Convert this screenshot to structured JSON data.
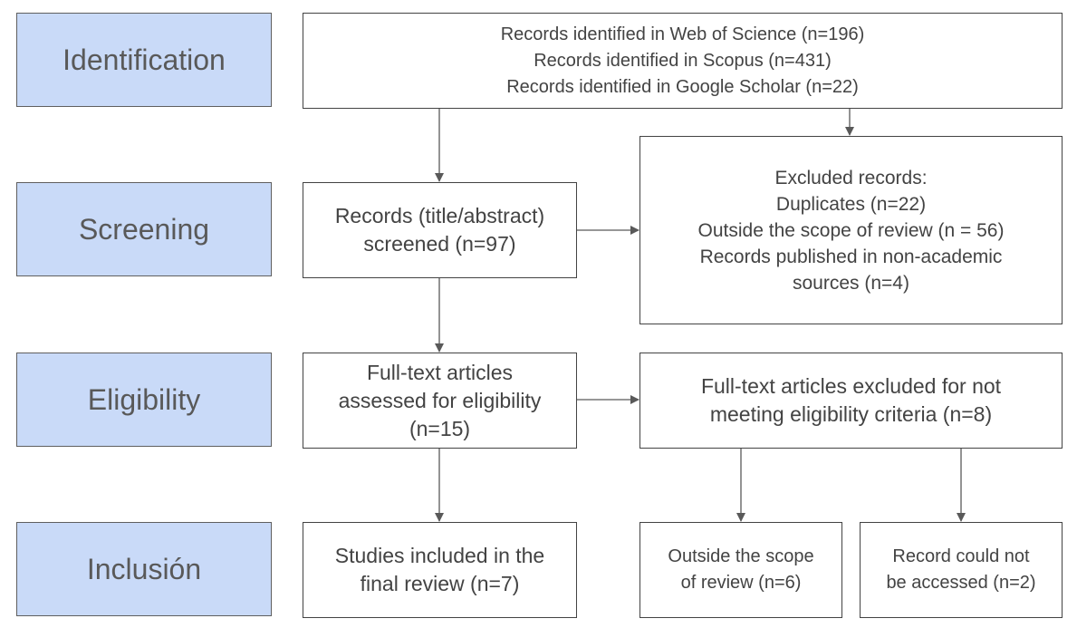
{
  "stages": {
    "identification": "Identification",
    "screening": "Screening",
    "eligibility": "Eligibility",
    "inclusion": "Inclusión"
  },
  "boxes": {
    "identified": {
      "lines": [
        "Records identified in Web of Science (n=196)",
        "Records identified in Scopus (n=431)",
        "Records identified in Google Scholar (n=22)"
      ]
    },
    "screened": {
      "lines": [
        "Records (title/abstract)",
        "screened (n=97)"
      ]
    },
    "excluded_records": {
      "lines": [
        "Excluded records:",
        "Duplicates (n=22)",
        "Outside the scope of review (n = 56)",
        "Records published in non-academic",
        "sources (n=4)"
      ]
    },
    "assessed": {
      "lines": [
        "Full-text articles",
        "assessed for eligibility",
        "(n=15)"
      ]
    },
    "fulltext_excluded": {
      "lines": [
        "Full-text articles excluded for not",
        "meeting eligibility criteria (n=8)"
      ]
    },
    "included": {
      "lines": [
        "Studies included in the",
        "final review (n=7)"
      ]
    },
    "outside_scope": {
      "lines": [
        "Outside the scope",
        "of review (n=6)"
      ]
    },
    "not_accessed": {
      "lines": [
        "Record could not",
        "be accessed (n=2)"
      ]
    }
  },
  "colors": {
    "stage_fill": "#c9daf8",
    "box_border": "#434343",
    "arrow": "#595959"
  }
}
